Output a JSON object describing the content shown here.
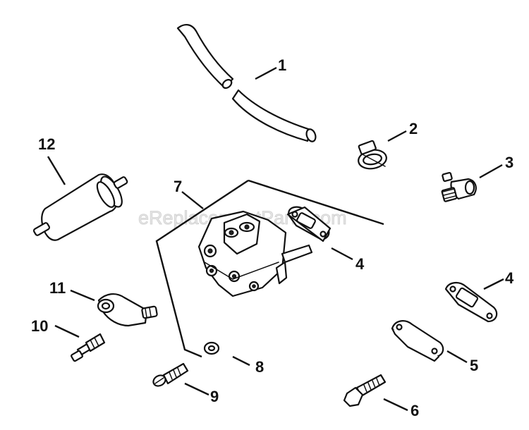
{
  "watermark": "eReplacementParts.com",
  "callouts": {
    "c1": "1",
    "c2": "2",
    "c3": "3",
    "c4a": "4",
    "c4b": "4",
    "c5": "5",
    "c6": "6",
    "c7": "7",
    "c8": "8",
    "c9": "9",
    "c10": "10",
    "c11": "11",
    "c12": "12"
  }
}
